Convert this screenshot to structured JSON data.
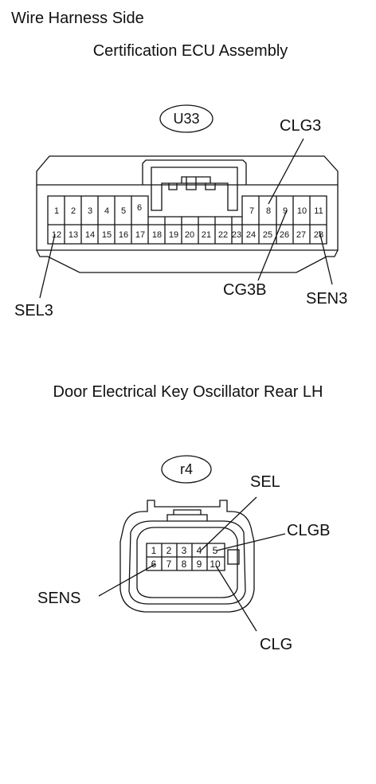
{
  "header": {
    "side_label": "Wire Harness Side"
  },
  "connectors": [
    {
      "title": "Certification ECU Assembly",
      "code": "U33",
      "pins_top": [
        "1",
        "2",
        "3",
        "4",
        "5",
        "6",
        "7",
        "8",
        "9",
        "10",
        "11"
      ],
      "pins_bottom": [
        "12",
        "13",
        "14",
        "15",
        "16",
        "17",
        "18",
        "19",
        "20",
        "21",
        "22",
        "23",
        "24",
        "25",
        "26",
        "27",
        "28"
      ],
      "labels": {
        "clg3": "CLG3",
        "cg3b": "CG3B",
        "sen3": "SEN3",
        "sel3": "SEL3"
      }
    },
    {
      "title": "Door Electrical Key Oscillator Rear LH",
      "code": "r4",
      "pins_top": [
        "1",
        "2",
        "3",
        "4",
        "5"
      ],
      "pins_bottom": [
        "6",
        "7",
        "8",
        "9",
        "10"
      ],
      "labels": {
        "sel": "SEL",
        "clgb": "CLGB",
        "sens": "SENS",
        "clg": "CLG"
      }
    }
  ]
}
